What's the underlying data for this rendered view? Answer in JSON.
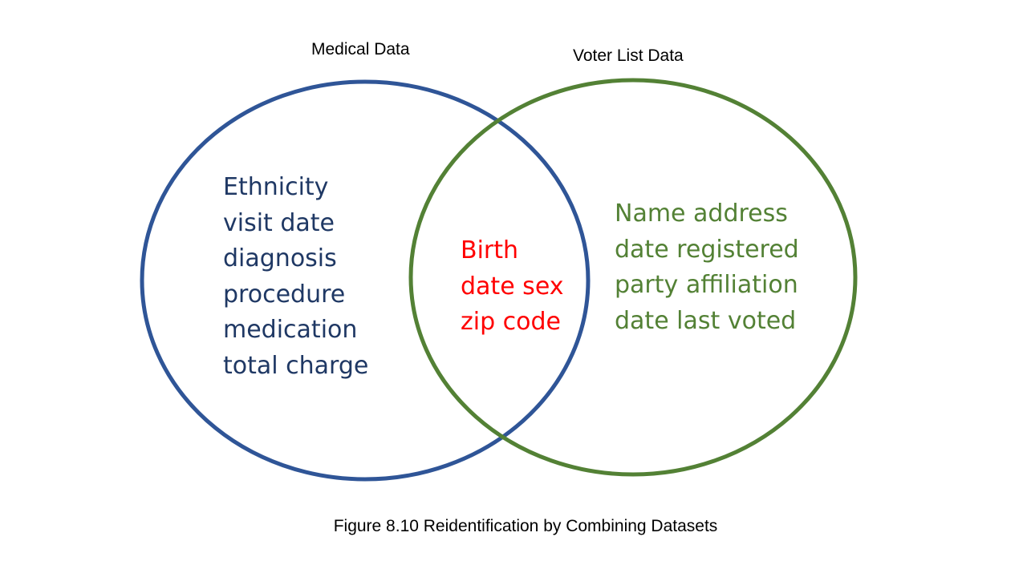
{
  "colors": {
    "medical": "#2f5597",
    "medical_text": "#1f3864",
    "voter": "#538135",
    "shared": "#ff0000"
  },
  "sets": {
    "medical": {
      "title": "Medical Data",
      "items": [
        "Ethnicity",
        "visit date",
        "diagnosis",
        "procedure",
        "medication",
        "total charge"
      ]
    },
    "voter": {
      "title": "Voter List Data",
      "items": [
        "Name address",
        "date registered",
        "party affiliation",
        "date last voted"
      ]
    },
    "intersection": {
      "items": [
        "Birth",
        "date sex",
        "zip code"
      ]
    }
  },
  "caption": "Figure 8.10 Reidentification by Combining Datasets"
}
